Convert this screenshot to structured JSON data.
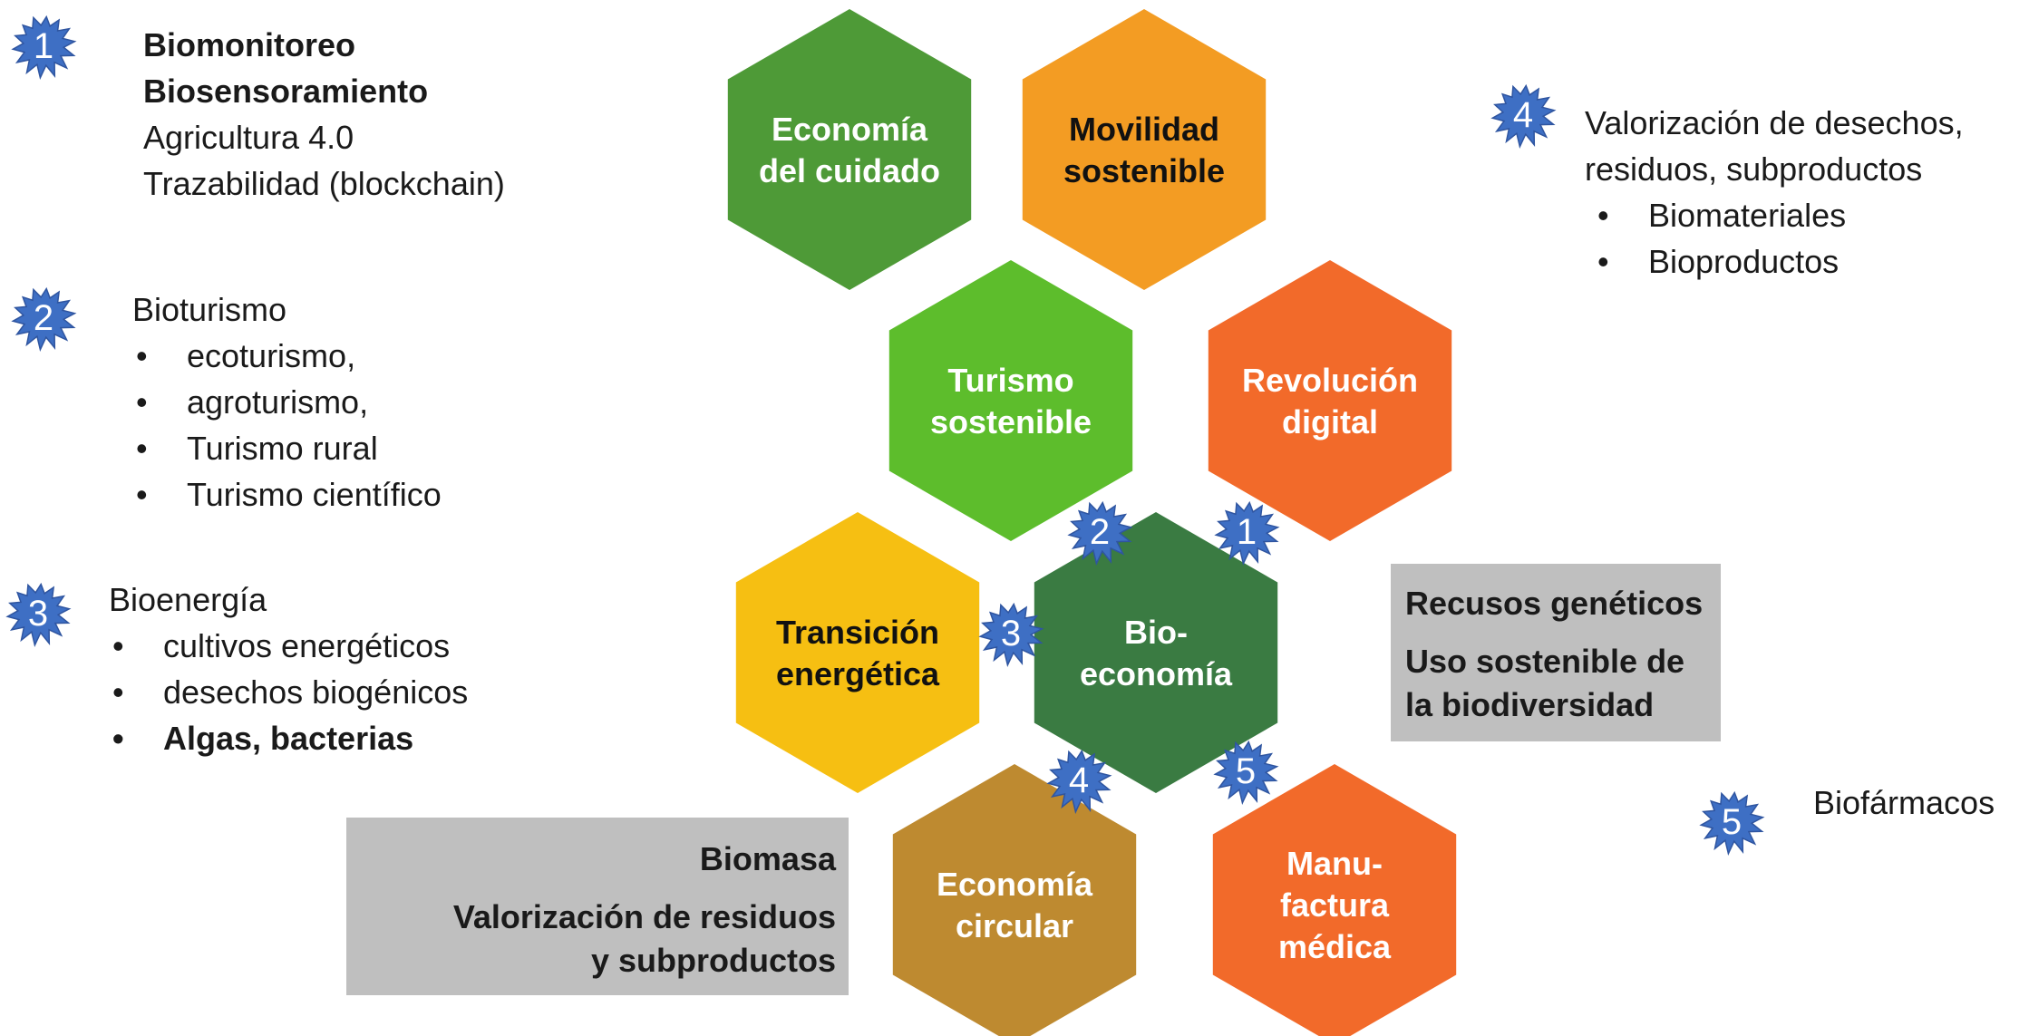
{
  "hexagons": [
    {
      "id": "economia-cuidado",
      "lines": [
        "Economía",
        "del cuidado"
      ],
      "color": "#4E9A37",
      "text_color": "#ffffff"
    },
    {
      "id": "movilidad",
      "lines": [
        "Movilidad",
        "sostenible"
      ],
      "color": "#F39C23",
      "text_color": "#111111"
    },
    {
      "id": "turismo",
      "lines": [
        "Turismo",
        "sostenible"
      ],
      "color": "#5DBD2C",
      "text_color": "#ffffff"
    },
    {
      "id": "revolucion",
      "lines": [
        "Revolución",
        "digital"
      ],
      "color": "#F26A2A",
      "text_color": "#ffffff"
    },
    {
      "id": "transicion",
      "lines": [
        "Transición",
        "energética"
      ],
      "color": "#F6BF12",
      "text_color": "#111111"
    },
    {
      "id": "bioeconomia",
      "lines": [
        "Bio-",
        "economía"
      ],
      "color": "#3A7B42",
      "text_color": "#ffffff"
    },
    {
      "id": "economia-circular",
      "lines": [
        "Economía",
        "circular"
      ],
      "color": "#BE8A30",
      "text_color": "#ffffff"
    },
    {
      "id": "manufactura",
      "lines": [
        "Manu-",
        "factura",
        "médica"
      ],
      "color": "#F26A2A",
      "text_color": "#ffffff"
    }
  ],
  "stars": [
    "1",
    "2",
    "3",
    "4",
    "5",
    "2",
    "1",
    "3",
    "4",
    "5"
  ],
  "star_color": "#3E6FC4",
  "panel1": {
    "l1": "Biomonitoreo",
    "l2": "Biosensoramiento",
    "l3": "Agricultura 4.0",
    "l4": "Trazabilidad (blockchain)"
  },
  "panel2": {
    "title": "Bioturismo",
    "items": [
      "ecoturismo,",
      "agroturismo,",
      "Turismo rural",
      "Turismo científico"
    ]
  },
  "panel3": {
    "title": "Bioenergía",
    "items": [
      "cultivos energéticos",
      "desechos biogénicos",
      "Algas, bacterias"
    ]
  },
  "panel4": {
    "l1": "Valorización de desechos,",
    "l2": "residuos, subproductos",
    "items": [
      "Biomateriales",
      "Bioproductos"
    ]
  },
  "panel5": {
    "text": "Biofármacos"
  },
  "box_right": {
    "l1": "Recusos genéticos",
    "l2": "Uso sostenible de",
    "l3": "la biodiversidad"
  },
  "box_left": {
    "l1": "Biomasa",
    "l2": "Valorización de residuos",
    "l3": "y subproductos"
  }
}
